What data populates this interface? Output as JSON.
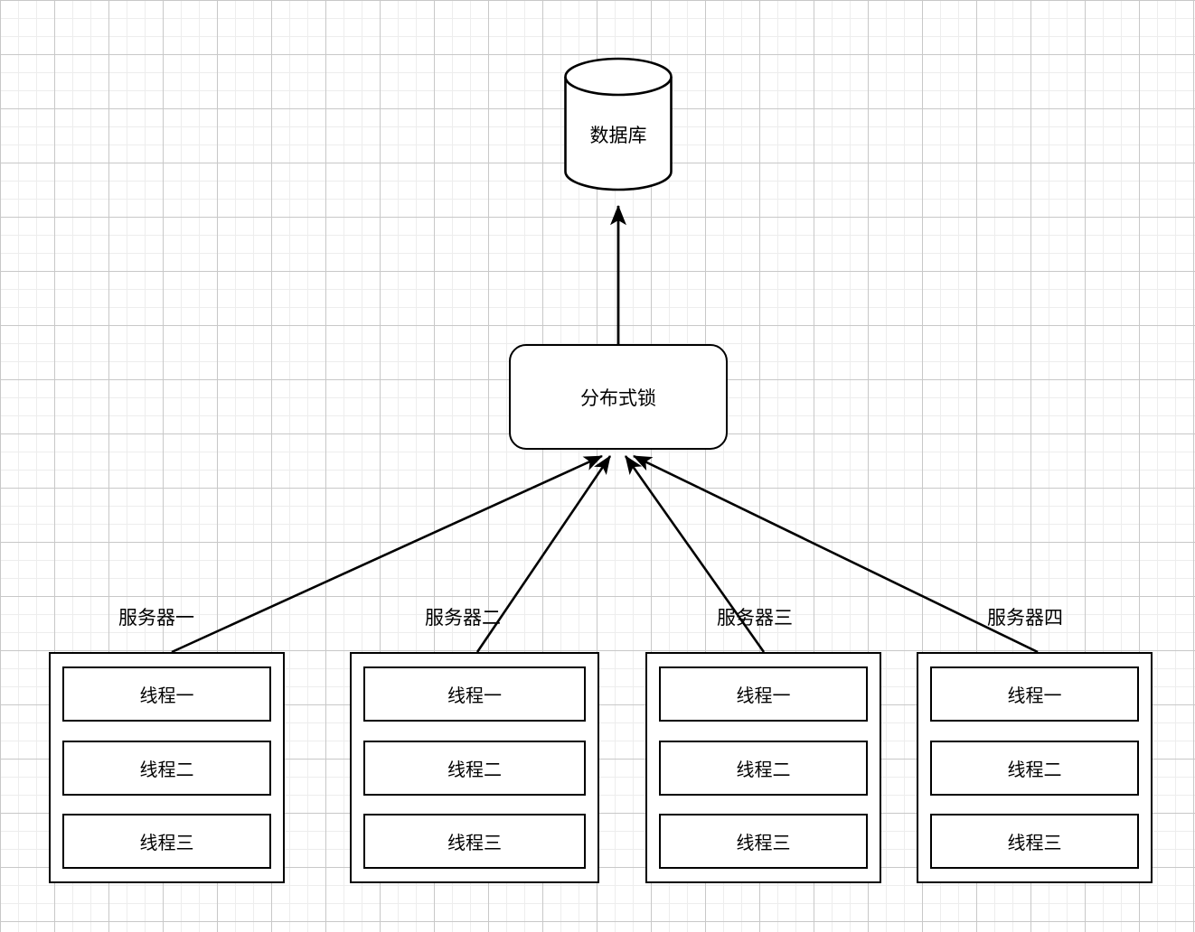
{
  "diagram": {
    "title_text": "",
    "colors": {
      "stroke": "#000000",
      "fill": "#ffffff",
      "grid_minor": "#ededed",
      "grid_major": "#c8c8c8"
    },
    "database": {
      "label": "数据库",
      "shape": "cylinder"
    },
    "lock": {
      "label": "分布式锁",
      "shape": "rounded-rectangle"
    },
    "servers": [
      {
        "caption": "服务器一",
        "threads": [
          {
            "label": "线程一"
          },
          {
            "label": "线程二"
          },
          {
            "label": "线程三"
          }
        ]
      },
      {
        "caption": "服务器二",
        "threads": [
          {
            "label": "线程一"
          },
          {
            "label": "线程二"
          },
          {
            "label": "线程三"
          }
        ]
      },
      {
        "caption": "服务器三",
        "threads": [
          {
            "label": "线程一"
          },
          {
            "label": "线程二"
          },
          {
            "label": "线程三"
          }
        ]
      },
      {
        "caption": "服务器四",
        "threads": [
          {
            "label": "线程一"
          },
          {
            "label": "线程二"
          },
          {
            "label": "线程三"
          }
        ]
      }
    ],
    "edges": [
      {
        "from": "lock",
        "to": "database",
        "arrow": "to"
      },
      {
        "from": "server-1",
        "to": "lock",
        "arrow": "to"
      },
      {
        "from": "server-2",
        "to": "lock",
        "arrow": "to"
      },
      {
        "from": "server-3",
        "to": "lock",
        "arrow": "to"
      },
      {
        "from": "server-4",
        "to": "lock",
        "arrow": "to"
      }
    ]
  }
}
